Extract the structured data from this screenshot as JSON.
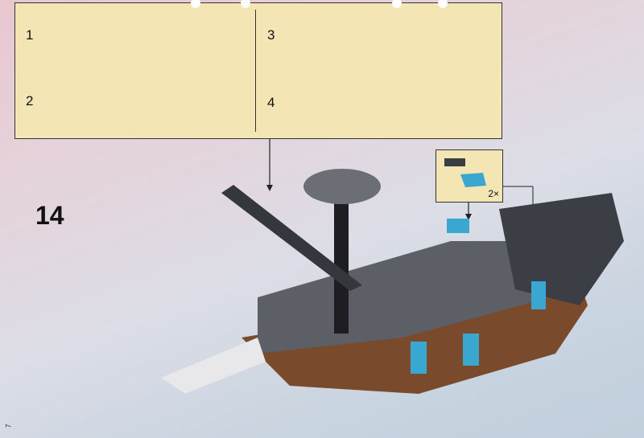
{
  "step_number": "14",
  "substeps": [
    "1",
    "2",
    "3",
    "4"
  ],
  "callout": {
    "multiplier": "2×"
  },
  "page_number": "7"
}
